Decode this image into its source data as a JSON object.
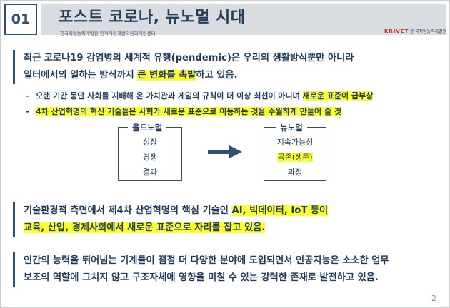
{
  "header": {
    "number": "01",
    "title": "포스트 코로나, 뉴노멀 시대",
    "subtitle": "한국직업능력개발원 인적자원개발위원회지원센터",
    "logo_mark": "KRIVET",
    "logo_org": "한국직업능력개발원"
  },
  "section1": {
    "lines": [
      {
        "before": "최근 코로나19 감염병의 세계적 유행(pendemic)은 우리의 생활방식뿐만 아니라",
        "highlight": "",
        "after": ""
      },
      {
        "before": "일터에서의 일하는 방식까지 ",
        "highlight": "큰 변화를 촉발",
        "after": "하고 있음."
      }
    ]
  },
  "bullets": [
    {
      "dash": "-",
      "before": "오랜 기간 동안 사회를 지배해 온 가치관과 게임의 규칙이 더 이상 최선이 아니며 ",
      "highlight": "새로운 표준이 급부상",
      "after": ""
    },
    {
      "dash": "-",
      "before": "",
      "highlight": "4차 산업혁명의 혁신 기술들은 사회가 새로운 표준으로 이동하는 것을 수월하게 만들어 줄 것",
      "after": ""
    }
  ],
  "diagram": {
    "left": {
      "title": "올드노멀",
      "items": [
        "성장",
        "경쟁",
        "결과"
      ]
    },
    "right": {
      "title": "뉴노멀",
      "items": [
        "지속가능성",
        "공존(생존)",
        "과정"
      ],
      "highlight_index": 1
    },
    "arrow_color": "#2f5070"
  },
  "section2": {
    "lines": [
      {
        "before": "기술환경적 측면에서 제4차 산업혁명의 핵심 기술인 ",
        "highlight": "AI, 빅데이터, IoT 등이",
        "after": ""
      },
      {
        "before": "",
        "highlight": "교육, 산업, 경제사회에서 새로운 표준으로 자리를 잡고 있음.",
        "after": ""
      }
    ]
  },
  "section3": {
    "lines": [
      {
        "before": "인간의 능력을 뛰어넘는 기계들이 점점 더 다양한 분야에 도입되면서 인공지능은 소소한 업무",
        "highlight": "",
        "after": ""
      },
      {
        "before": "보조의 역할에 그치지 않고 구조자체에 영향을 미칠 수 있는 강력한 존재로 발전하고 있음.",
        "highlight": "",
        "after": ""
      }
    ]
  },
  "page_number": "2",
  "colors": {
    "highlight": "#ffff2e",
    "accent": "#2f5070",
    "text": "#1f3b57"
  }
}
